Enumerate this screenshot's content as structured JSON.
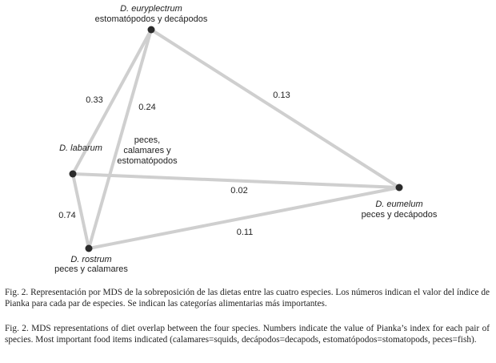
{
  "species": {
    "euryplectrum": {
      "name": "D. euryplectrum",
      "diet": "estomatópodos y decápodos"
    },
    "labarum": {
      "name": "D. labarum"
    },
    "rostrum": {
      "name": "D. rostrum",
      "diet": "peces y calamares"
    },
    "eumelum": {
      "name": "D. eumelum",
      "diet": "peces y decápodos"
    }
  },
  "labarum_diet_lines": [
    "peces,",
    "calamares y",
    "estomatópodos"
  ],
  "overlaps": {
    "labarum_euryplectrum": "0.33",
    "rostrum_euryplectrum": "0.24",
    "euryplectrum_eumelum": "0.13",
    "labarum_eumelum": "0.02",
    "labarum_rostrum": "0.74",
    "rostrum_eumelum": "0.11"
  },
  "captions": {
    "es": "Fig. 2. Representación por MDS de la sobreposición de las dietas entre las cuatro especies. Los números indican el valor del índice de Pianka  para cada par de especies. Se indican las categorías alimentarias más importantes.",
    "en": "Fig. 2. MDS representations of diet overlap between the four species. Numbers indicate the value of Pianka’s index for each pair of species. Most important food items indicated (calamares=squids, decápodos=decapods, estomatópodos=stomatopods, peces=fish)."
  }
}
